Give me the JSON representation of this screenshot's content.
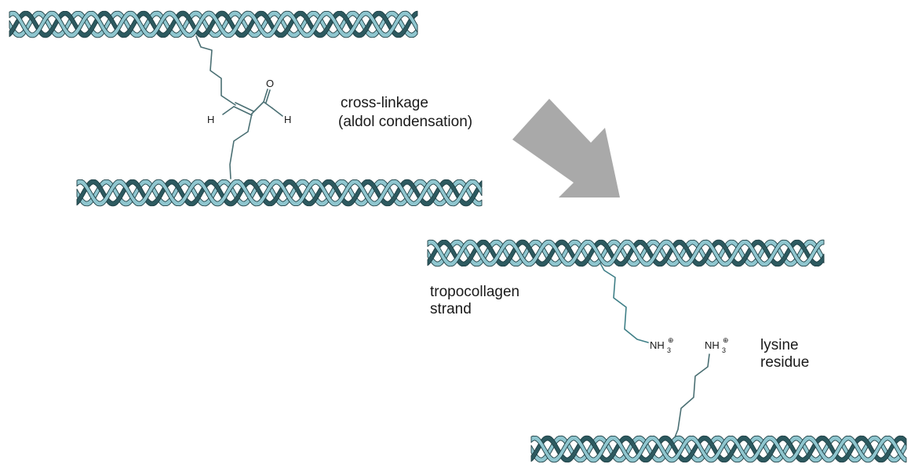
{
  "labels": {
    "cross_linkage_line1": "cross-linkage",
    "cross_linkage_line2": "(aldol condensation)",
    "tropocollagen_line1": "tropocollagen",
    "tropocollagen_line2": "strand",
    "lysine_line1": "lysine",
    "lysine_line2": "residue"
  },
  "atoms": {
    "oxygen": "O",
    "hydrogen_left": "H",
    "hydrogen_right": "H",
    "amine1_main": "NH",
    "amine1_sub": "3",
    "amine1_charge": "⊕",
    "amine2_main": "NH",
    "amine2_sub": "3",
    "amine2_charge": "⊕"
  },
  "colors": {
    "helix_light": "#8fc6cf",
    "helix_dark": "#2d5a60",
    "helix_outline": "#1e3f44",
    "arrow": "#a9a9a9",
    "chain": "#3f7f87"
  }
}
